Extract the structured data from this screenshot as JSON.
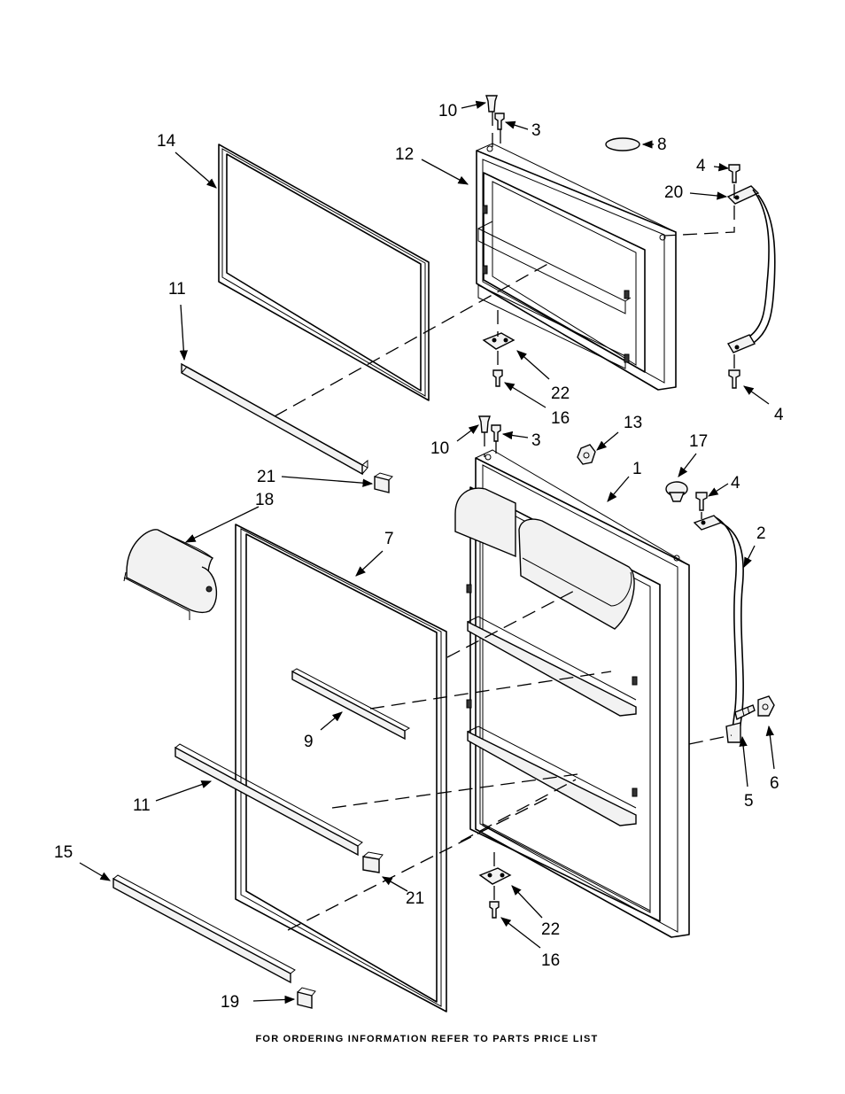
{
  "footer_note": "FOR ORDERING INFORMATION REFER TO PARTS PRICE LIST",
  "callouts": {
    "c1": "1",
    "c2": "2",
    "c3a": "3",
    "c3b": "3",
    "c4a": "4",
    "c4b": "4",
    "c4c": "4",
    "c5": "5",
    "c6": "6",
    "c7": "7",
    "c8": "8",
    "c9": "9",
    "c10a": "10",
    "c10b": "10",
    "c11a": "11",
    "c11b": "11",
    "c12": "12",
    "c13": "13",
    "c14": "14",
    "c15": "15",
    "c16a": "16",
    "c16b": "16",
    "c17": "17",
    "c18": "18",
    "c19": "19",
    "c20": "20",
    "c21a": "21",
    "c21b": "21",
    "c22a": "22",
    "c22b": "22"
  }
}
